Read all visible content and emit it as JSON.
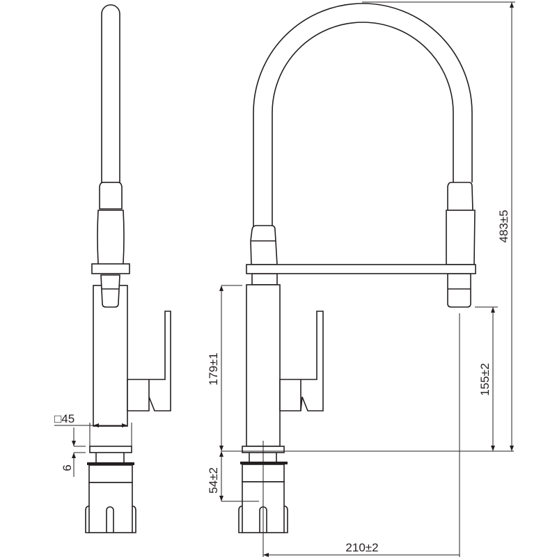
{
  "title": "Pull-down kitchen faucet dimension drawing",
  "dimensions": {
    "base_square": "□45",
    "plate_thickness": "6",
    "body_height": "179±1",
    "base_height": "54±2",
    "reach": "210±2",
    "spout_height": "155±2",
    "total_height": "483±5"
  },
  "colors": {
    "line": "#231f20",
    "background": "#ffffff"
  }
}
